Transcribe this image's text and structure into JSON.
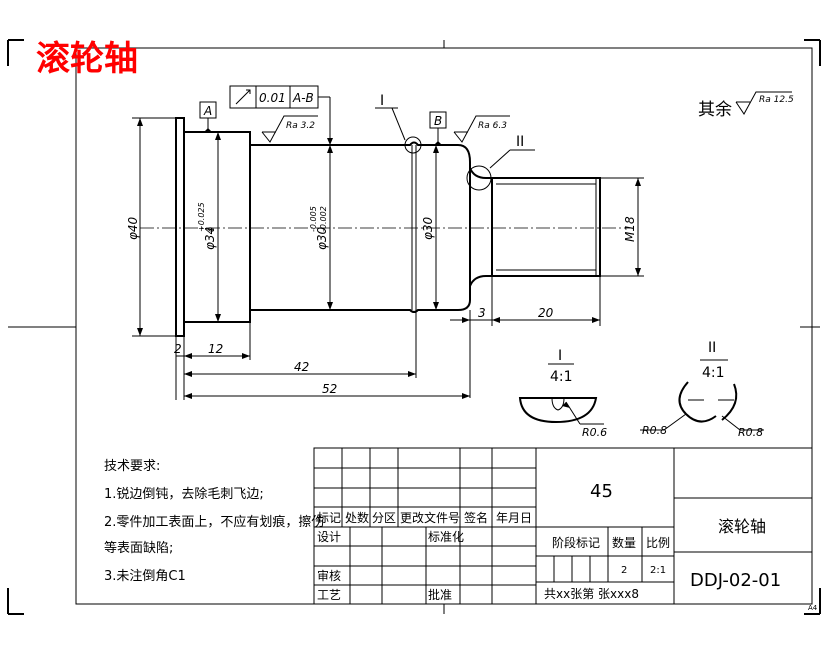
{
  "drawing": {
    "title_red": "滚轮轴",
    "other_roughness": "其余",
    "roughness": {
      "main": "Ra 12.5",
      "left_shoulder": "Ra 3.2",
      "right_shoulder": "Ra 6.3"
    }
  },
  "tolerance_frame": {
    "value": "0.01",
    "datum": "A-B"
  },
  "datums": {
    "a": "A",
    "b": "B"
  },
  "detail_marks": {
    "one": "I",
    "two": "II"
  },
  "dimensions": {
    "d40": "φ40",
    "d34": "φ34",
    "d34_tol_upper": "+0.025",
    "d34_tol_lower": "0",
    "d30a": "φ30",
    "d30a_tol_upper": "-0.005",
    "d30a_tol_lower": "-0.002",
    "d30b": "φ30",
    "m18": "M18",
    "len_2": "2",
    "len_12": "12",
    "len_42": "42",
    "len_52": "52",
    "len_3": "3",
    "len_20": "20"
  },
  "details": {
    "one_title": "I",
    "one_scale": "4:1",
    "one_radius": "R0.6",
    "two_title": "II",
    "two_scale": "4:1",
    "two_r_left": "R0.8",
    "two_r_right": "R0.8"
  },
  "tech_requirements": {
    "heading": "技术要求:",
    "items": [
      "1.锐边倒钝，去除毛刺飞边;",
      "2.零件加工表面上，不应有划痕，擦伤",
      "等表面缺陷;",
      "3.未注倒角C1"
    ]
  },
  "title_block": {
    "material": "45",
    "part_name": "滚轮轴",
    "drawing_no": "DDJ-02-01",
    "labels": {
      "mark": "标记",
      "count": "处数",
      "zone": "分区",
      "change_doc": "更改文件号",
      "signature": "签名",
      "date": "年月日",
      "design": "设计",
      "standardize": "标准化",
      "stage_mark": "阶段标记",
      "weight": "数量",
      "scale": "比例",
      "review": "审核",
      "process": "工艺",
      "approve": "批准"
    },
    "weight_value": "2",
    "scale_value": "2:1",
    "sheets": "共xx张第 张xxx8"
  },
  "corner_mark": "A4"
}
